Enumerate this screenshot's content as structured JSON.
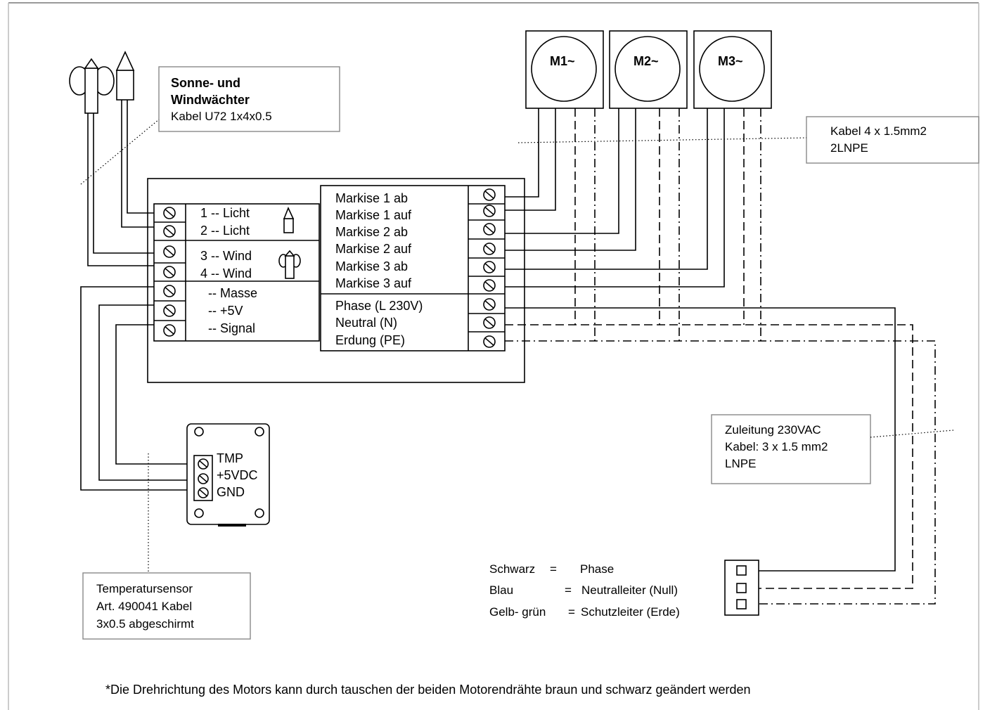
{
  "labels": {
    "sun_wind_title_1": "Sonne- und",
    "sun_wind_title_2": "Windwächter",
    "sun_wind_cable": "Kabel U72 1x4x0.5",
    "motor_cable_1": "Kabel 4 x 1.5mm2",
    "motor_cable_2": "2LNPE",
    "supply_1": "Zuleitung 230VAC",
    "supply_2": "Kabel: 3 x 1.5 mm2",
    "supply_3": "LNPE",
    "temp_1": "Temperatursensor",
    "temp_2": "Art. 490041 Kabel",
    "temp_3": "3x0.5 abgeschirmt",
    "footnote": "*Die Drehrichtung  des Motors kann durch tauschen der beiden Motorendrähte braun und schwarz geändert werden"
  },
  "motors": [
    "M1~",
    "M2~",
    "M3~"
  ],
  "left_terminals": [
    "1 -- Licht",
    "2 -- Licht",
    "3 -- Wind",
    "4 -- Wind",
    "-- Masse",
    "-- +5V",
    "-- Signal"
  ],
  "right_terminals": [
    "Markise 1 ab",
    "Markise 1 auf",
    "Markise 2 ab",
    "Markise 2 auf",
    "Markise 3 ab",
    "Markise 3 auf",
    "Phase (L 230V)",
    "Neutral (N)",
    "Erdung (PE)"
  ],
  "sensor_terminals": [
    "TMP",
    "+5VDC",
    "GND"
  ],
  "legend": [
    {
      "name": "Schwarz",
      "eq": "=",
      "value": "Phase"
    },
    {
      "name": "Blau",
      "eq": "=",
      "value": "Neutralleiter (Null)"
    },
    {
      "name": "Gelb- grün",
      "eq": "=",
      "value": "Schutzleiter (Erde)"
    }
  ]
}
